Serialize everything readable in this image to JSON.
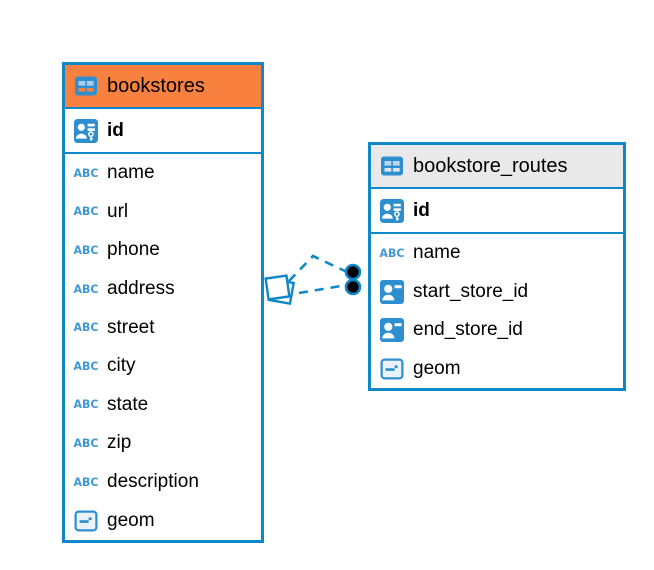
{
  "app": {
    "kind": "database-er-diagram",
    "background": "#ffffff"
  },
  "colors": {
    "table_border": "#0f87c8",
    "relationship_line": "#0f87c8",
    "icon_blue": "#2e8fd0",
    "abc_icon_blue": "#4099d4",
    "bookstores_header_bg": "#f8813f",
    "bookstore_routes_header_bg": "#e9e9e9",
    "text": "#000000",
    "endpoint_dot_fill": "#000000"
  },
  "tables": [
    {
      "name": "bookstores",
      "header_color": "#f8813f",
      "columns": [
        {
          "name": "id",
          "type_icon": "primary-key",
          "primary_key": true
        },
        {
          "name": "name",
          "type_icon": "text"
        },
        {
          "name": "url",
          "type_icon": "text"
        },
        {
          "name": "phone",
          "type_icon": "text"
        },
        {
          "name": "address",
          "type_icon": "text"
        },
        {
          "name": "street",
          "type_icon": "text"
        },
        {
          "name": "city",
          "type_icon": "text"
        },
        {
          "name": "state",
          "type_icon": "text"
        },
        {
          "name": "zip",
          "type_icon": "text"
        },
        {
          "name": "description",
          "type_icon": "text"
        },
        {
          "name": "geom",
          "type_icon": "geometry"
        }
      ]
    },
    {
      "name": "bookstore_routes",
      "header_color": "#e9e9e9",
      "columns": [
        {
          "name": "id",
          "type_icon": "primary-key",
          "primary_key": true
        },
        {
          "name": "name",
          "type_icon": "text"
        },
        {
          "name": "start_store_id",
          "type_icon": "foreign-key-reference"
        },
        {
          "name": "end_store_id",
          "type_icon": "foreign-key-reference"
        },
        {
          "name": "geom",
          "type_icon": "geometry"
        }
      ]
    }
  ],
  "relationships": [
    {
      "from_table": "bookstore_routes",
      "to_table": "bookstores",
      "style": "dashed",
      "source_marker": "black-dot",
      "target_marker": "white-diamond"
    },
    {
      "from_table": "bookstore_routes",
      "to_table": "bookstores",
      "style": "dashed",
      "source_marker": "black-dot",
      "target_marker": "white-diamond"
    }
  ]
}
